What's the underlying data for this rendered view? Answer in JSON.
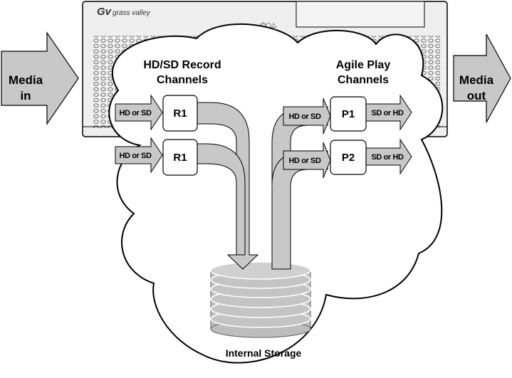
{
  "brand": {
    "logo_mark": "Gv",
    "name": "grass valley",
    "front_panel_symbols": "⏻○△"
  },
  "input": {
    "label_line1": "Media",
    "label_line2": "in"
  },
  "output": {
    "label_line1": "Media",
    "label_line2": "out"
  },
  "record": {
    "title_line1": "HD/SD Record",
    "title_line2": "Channels",
    "channels": [
      {
        "box": "R1",
        "input_tag": "HD or SD"
      },
      {
        "box": "R1",
        "input_tag": "HD or SD"
      }
    ]
  },
  "play": {
    "title_line1": "Agile Play",
    "title_line2": "Channels",
    "channels": [
      {
        "box": "P1",
        "input_tag": "HD or SD",
        "output_tag": "SD or HD"
      },
      {
        "box": "P2",
        "input_tag": "HD or SD",
        "output_tag": "SD or HD"
      }
    ]
  },
  "storage": {
    "label": "Internal Storage"
  },
  "colors": {
    "arrow_fill": "#c8c8c8",
    "chassis_fill": "#efefef",
    "cloud_fill": "#ffffff",
    "storage_fill": "#bdbdbd",
    "stroke": "#000000"
  }
}
